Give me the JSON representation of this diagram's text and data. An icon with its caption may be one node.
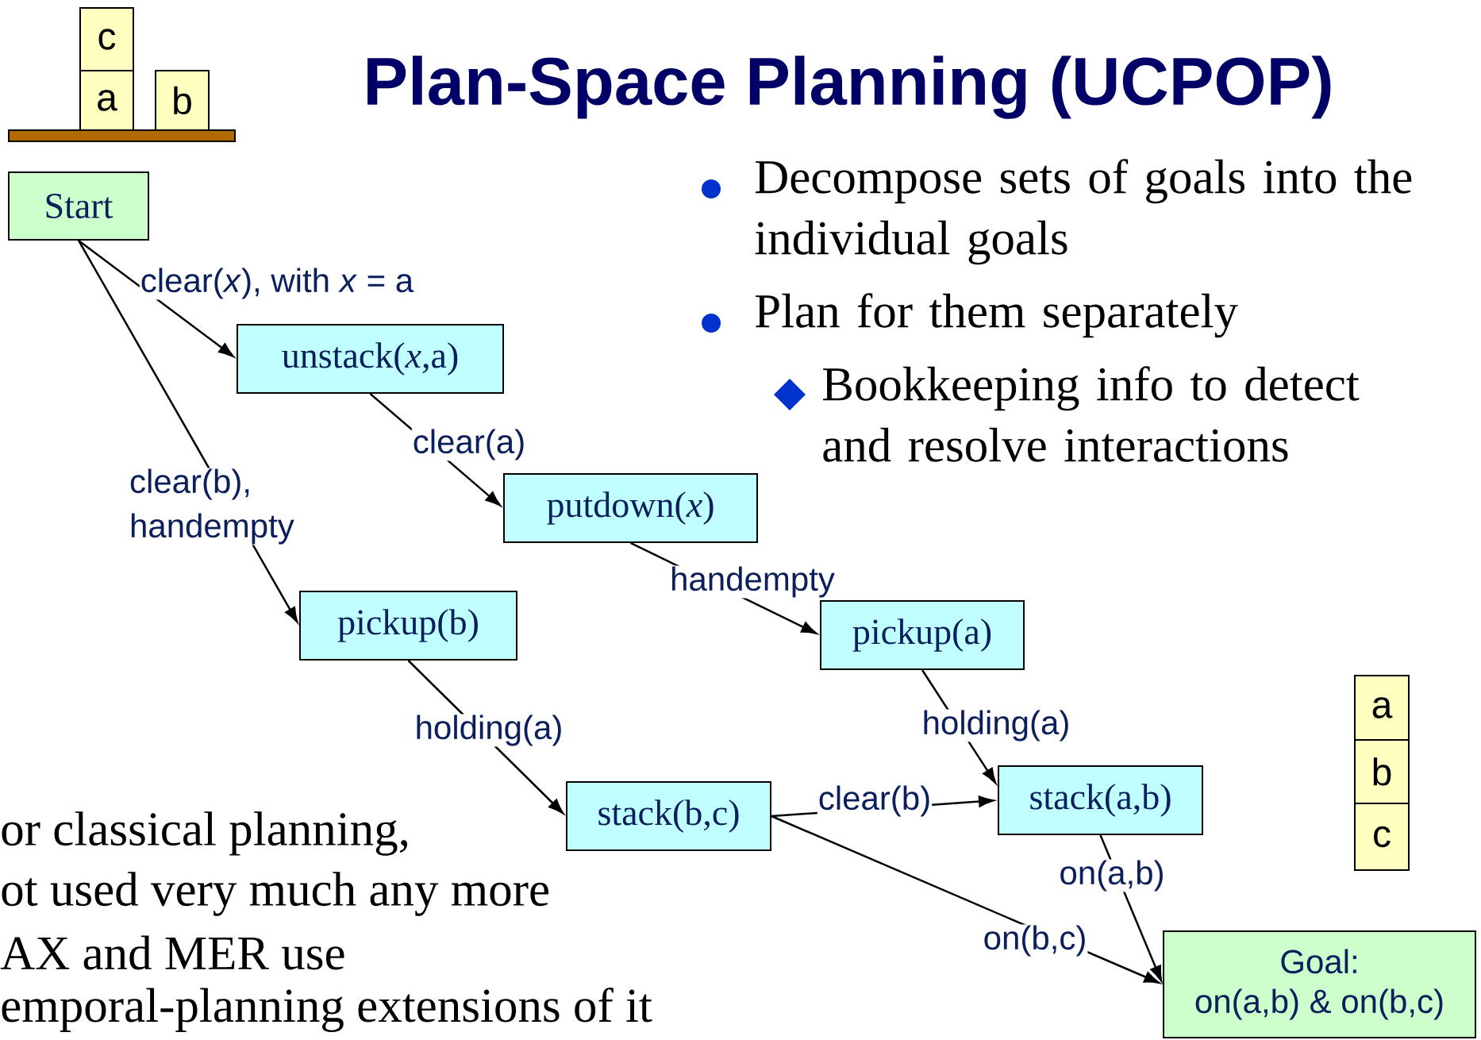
{
  "diagram": {
    "title": "Plan-Space Planning (UCPOP)",
    "nodes": [
      {
        "text": [
          "c"
        ]
      },
      {
        "text": [
          "a"
        ]
      },
      {
        "text": [
          "b"
        ]
      },
      {
        "text": [
          "Start"
        ]
      },
      {
        "text": [
          "unstack(*x*,a)"
        ]
      },
      {
        "text": [
          "putdown(*x*)"
        ]
      },
      {
        "text": [
          "pickup(b)"
        ]
      },
      {
        "text": [
          "pickup(a)"
        ]
      },
      {
        "text": [
          "stack(b,c)"
        ]
      },
      {
        "text": [
          "stack(a,b)"
        ]
      },
      {
        "text": [
          "a"
        ]
      },
      {
        "text": [
          "b"
        ]
      },
      {
        "text": [
          "c"
        ]
      },
      {
        "text": [
          "Goal:",
          "on(a,b) & on(b,c)"
        ]
      },
      {
        "text": [],
        "shape": "bar"
      }
    ],
    "edges": [
      {
        "from": 3,
        "to": 4,
        "arrow": "to",
        "label": "clear(*x*), with *x* = a"
      },
      {
        "from": 3,
        "to": 6,
        "arrow": "to",
        "label": "clear(b), handempty"
      },
      {
        "from": 4,
        "to": 5,
        "arrow": "to",
        "label": "clear(a)"
      },
      {
        "from": 5,
        "to": 7,
        "arrow": "to",
        "label": "handempty"
      },
      {
        "from": 6,
        "to": 8,
        "arrow": "to",
        "label": "holding(a)"
      },
      {
        "from": 7,
        "to": 9,
        "arrow": "to",
        "label": "holding(a)"
      },
      {
        "from": 8,
        "to": 9,
        "arrow": "to",
        "label": "clear(b)"
      },
      {
        "from": 9,
        "to": 13,
        "arrow": "to",
        "label": "on(a,b)"
      },
      {
        "from": 8,
        "to": 13,
        "arrow": "to",
        "label": "on(b,c)"
      }
    ],
    "labels": [
      "Decompose sets of goals into the individual goals",
      "Plan for them separately",
      "Bookkeeping info to detect and resolve interactions",
      "or classical planning,",
      "ot used very much any more",
      "AX and MER use",
      "emporal-planning extensions of it"
    ]
  }
}
